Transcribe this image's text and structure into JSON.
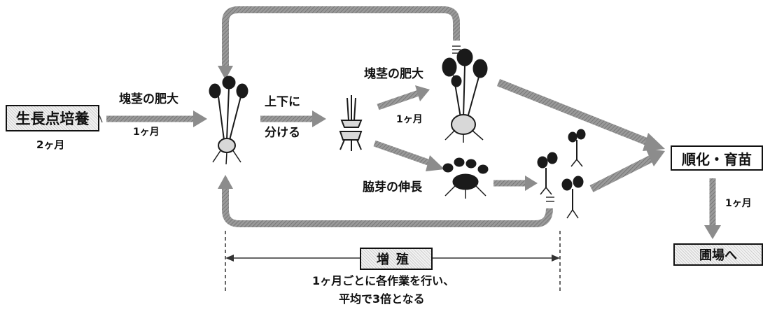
{
  "nodes": {
    "start": {
      "label": "生長点培養",
      "duration": "2ヶ月"
    },
    "acclimation": {
      "label": "順化・育苗"
    },
    "field": {
      "label": "圃場へ"
    },
    "multiplication": {
      "label": "増殖"
    }
  },
  "edges": {
    "to_plant": {
      "label": "塊茎の肥大",
      "duration": "1ヶ月"
    },
    "split": {
      "line1": "上下に",
      "line2": "分ける"
    },
    "upper_branch": {
      "label": "塊茎の肥大",
      "duration": "1ヶ月"
    },
    "lower_branch": {
      "label": "脇芽の伸長"
    },
    "to_field": {
      "duration": "1ヶ月"
    }
  },
  "note": {
    "line1": "1ヶ月ごとに各作業を行い、",
    "line2": "平均で3倍となる"
  },
  "colors": {
    "arrow_gray": "#8c8c8c",
    "ink": "#111111"
  }
}
